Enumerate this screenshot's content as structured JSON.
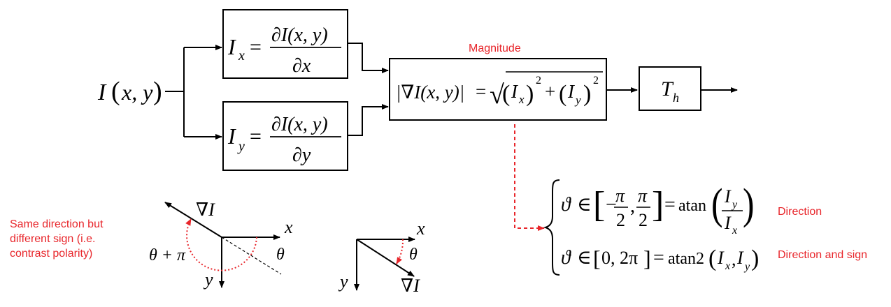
{
  "input": {
    "I": "I",
    "lp": "(",
    "args": "x, y",
    "rp": ")"
  },
  "box_x": {
    "I": "I",
    "sub": "x",
    "eq": "=",
    "num": "∂I(x, y)",
    "den": "∂x"
  },
  "box_y": {
    "I": "I",
    "sub": "y",
    "eq": "=",
    "num": "∂I(x, y)",
    "den": "∂y"
  },
  "magnitude": {
    "label": "Magnitude",
    "lhs": "|∇I(x, y)|",
    "eq": "=",
    "sqrt": "√",
    "t1_lp": "(",
    "t1_I": "I",
    "t1_sub": "x",
    "t1_rp": ")",
    "t1_sup": "2",
    "plus": "+",
    "t2_lp": "(",
    "t2_I": "I",
    "t2_sub": "y",
    "t2_rp": ")",
    "t2_sup": "2"
  },
  "threshold": {
    "T": "T",
    "sub": "h"
  },
  "direction": {
    "brace": "{",
    "l1": {
      "theta": "ϑ",
      "in": "∈",
      "lb": "[",
      "minus": "−",
      "pi1": "π",
      "two1": "2",
      "comma": ",",
      "pi2": "π",
      "two2": "2",
      "rb": "]",
      "eq": "=",
      "atan": "atan",
      "lp": "(",
      "Iy": "I",
      "Iy_sub": "y",
      "Ix": "I",
      "Ix_sub": "x",
      "rp": ")"
    },
    "l2": {
      "theta": "ϑ",
      "in": "∈",
      "lb": "[",
      "range": "0, 2π",
      "rb": "]",
      "eq": "=",
      "atan2": "atan2",
      "lp": "(",
      "Ix": "I",
      "Ix_sub": "x",
      "comma": ",",
      "Iy": "I",
      "Iy_sub": "y",
      "rp": ")"
    },
    "label1": "Direction",
    "label2": "Direction and sign"
  },
  "left_axes": {
    "x": "x",
    "y": "y",
    "grad": "∇I",
    "theta": "θ",
    "theta_pi": "θ + π",
    "note": [
      "Same direction but",
      "different sign (i.e.",
      "contrast polarity)"
    ]
  },
  "right_axes": {
    "x": "x",
    "y": "y",
    "grad": "∇I",
    "theta": "θ"
  },
  "colors": {
    "accent": "#e8262b",
    "ink": "#000000"
  }
}
